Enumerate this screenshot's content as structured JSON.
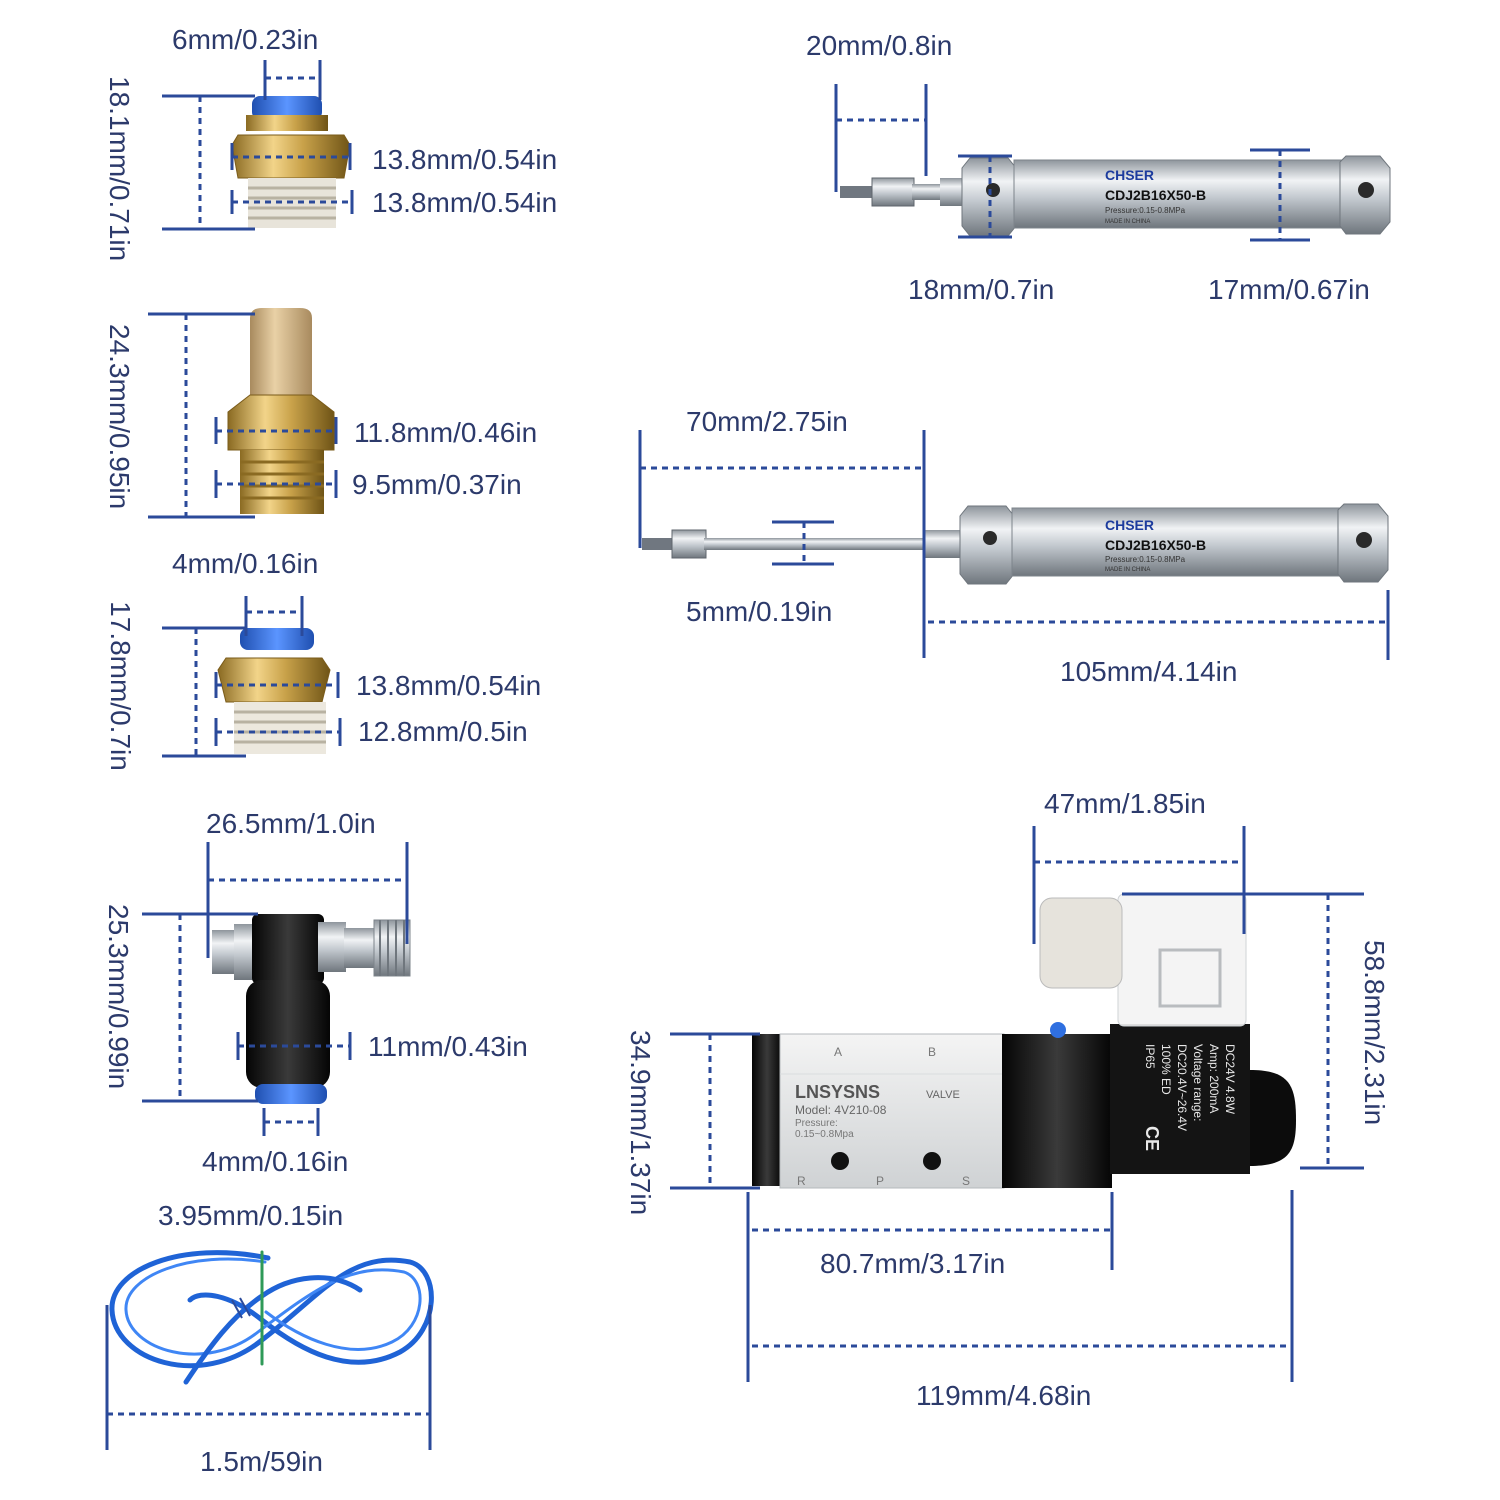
{
  "colors": {
    "dimension_line": "#2b4a9a",
    "label_text": "#2c3a6b",
    "brass": "#c9a24a",
    "push_blue": "#2f6fe0",
    "steel": "#c7cdd3",
    "tubing": "#1f63d6",
    "valve_black": "#151515"
  },
  "fitting_pc6": {
    "width_label": "6mm/0.23in",
    "height_label": "18.1mm/0.71in",
    "hex_label": "13.8mm/0.54in",
    "thread_label": "13.8mm/0.54in"
  },
  "muffler": {
    "height_label": "24.3mm/0.95in",
    "hex_label": "11.8mm/0.46in",
    "thread_label": "9.5mm/0.37in"
  },
  "fitting_pc4": {
    "width_label": "4mm/0.16in",
    "height_label": "17.8mm/0.7in",
    "hex_label": "13.8mm/0.54in",
    "thread_label": "12.8mm/0.5in"
  },
  "flow_valve": {
    "width_label": "26.5mm/1.0in",
    "height_label": "25.3mm/0.99in",
    "body_label": "11mm/0.43in",
    "tube_label": "4mm/0.16in"
  },
  "tubing": {
    "diameter_label": "3.95mm/0.15in",
    "length_label": "1.5m/59in"
  },
  "cylinder_retracted": {
    "rod_label": "20mm/0.8in",
    "front_label": "18mm/0.7in",
    "rear_label": "17mm/0.67in",
    "brand": "CHSER",
    "model": "CDJ2B16X50-B",
    "pressure": "Pressure:0.15-0.8MPa",
    "origin": "MADE IN CHINA"
  },
  "cylinder_extended": {
    "stroke_label": "70mm/2.75in",
    "rod_diameter_label": "5mm/0.19in",
    "body_length_label": "105mm/4.14in",
    "brand": "CHSER",
    "model": "CDJ2B16X50-B",
    "pressure": "Pressure:0.15-0.8MPa",
    "origin": "MADE IN CHINA"
  },
  "solenoid_valve": {
    "coil_width_label": "47mm/1.85in",
    "total_height_label": "58.8mm/2.31in",
    "body_height_label": "34.9mm/1.37in",
    "body_length_label": "80.7mm/3.17in",
    "total_length_label": "119mm/4.68in",
    "brand": "LNSYSNS",
    "valve_word": "VALVE",
    "model": "Model: 4V210-08",
    "pressure_title": "Pressure:",
    "pressure_value": "0.15~0.8Mpa",
    "port_a": "A",
    "port_b": "B",
    "port_r": "R",
    "port_p": "P",
    "port_s": "S",
    "coil_lines": [
      "DC24V    4.8W",
      "Amp:   200mA",
      "Voltage range:",
      "DC20.4V~26.4V",
      "100%  ED",
      "IP65"
    ],
    "ce_mark": "CE"
  }
}
